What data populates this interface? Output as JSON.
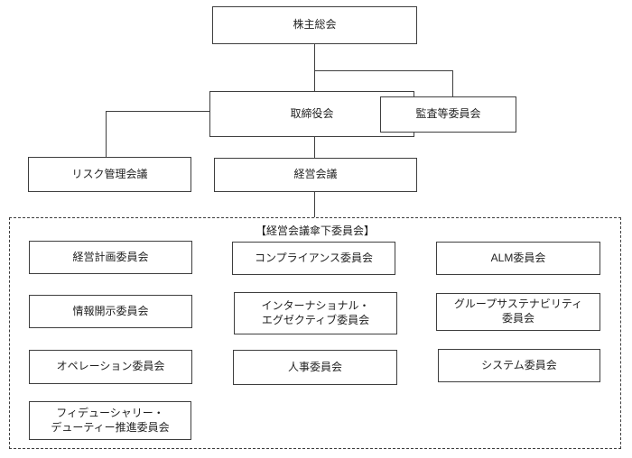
{
  "diagram": {
    "title": "【経営会議傘下委員会】",
    "nodes": {
      "shareholders_meeting": "株主総会",
      "board_of_directors": "取締役会",
      "audit_committee": "監査等委員会",
      "risk_management_meeting": "リスク管理会議",
      "management_meeting": "経営会議"
    },
    "committees": [
      "経営計画委員会",
      "コンプライアンス委員会",
      "ALM委員会",
      "情報開示委員会",
      "インターナショナル・\nエグゼクティブ委員会",
      "グループサステナビリティ\n委員会",
      "オペレーション委員会",
      "人事委員会",
      "システム委員会",
      "フィデューシャリー・\nデューティー推進委員会"
    ],
    "colors": {
      "background": "#ffffff",
      "line": "#3e3e3e",
      "text": "#1f1f1f"
    }
  }
}
